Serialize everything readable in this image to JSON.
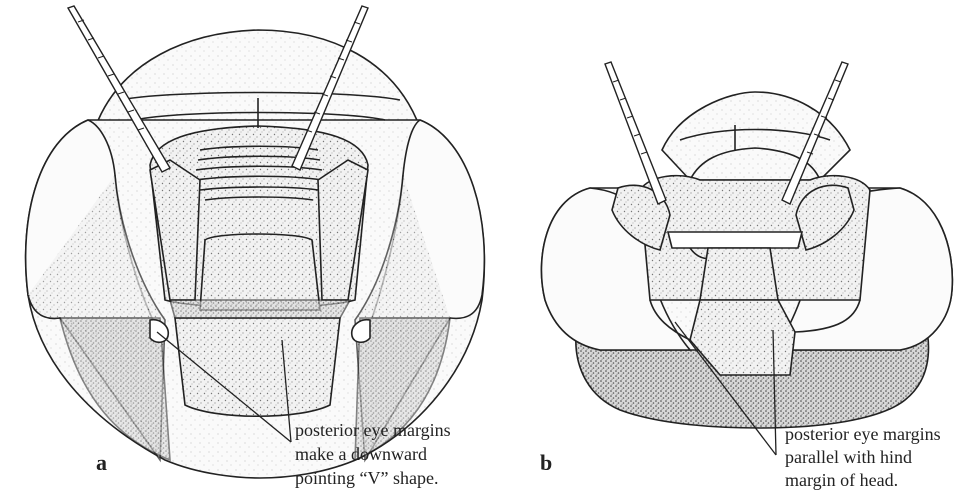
{
  "figure": {
    "panels": [
      {
        "letter": "a",
        "caption_lines": [
          "posterior eye margins",
          "make a downward",
          "pointing “V” shape."
        ]
      },
      {
        "letter": "b",
        "caption_lines": [
          "posterior eye margins",
          "parallel with hind",
          "margin of head."
        ]
      }
    ]
  }
}
